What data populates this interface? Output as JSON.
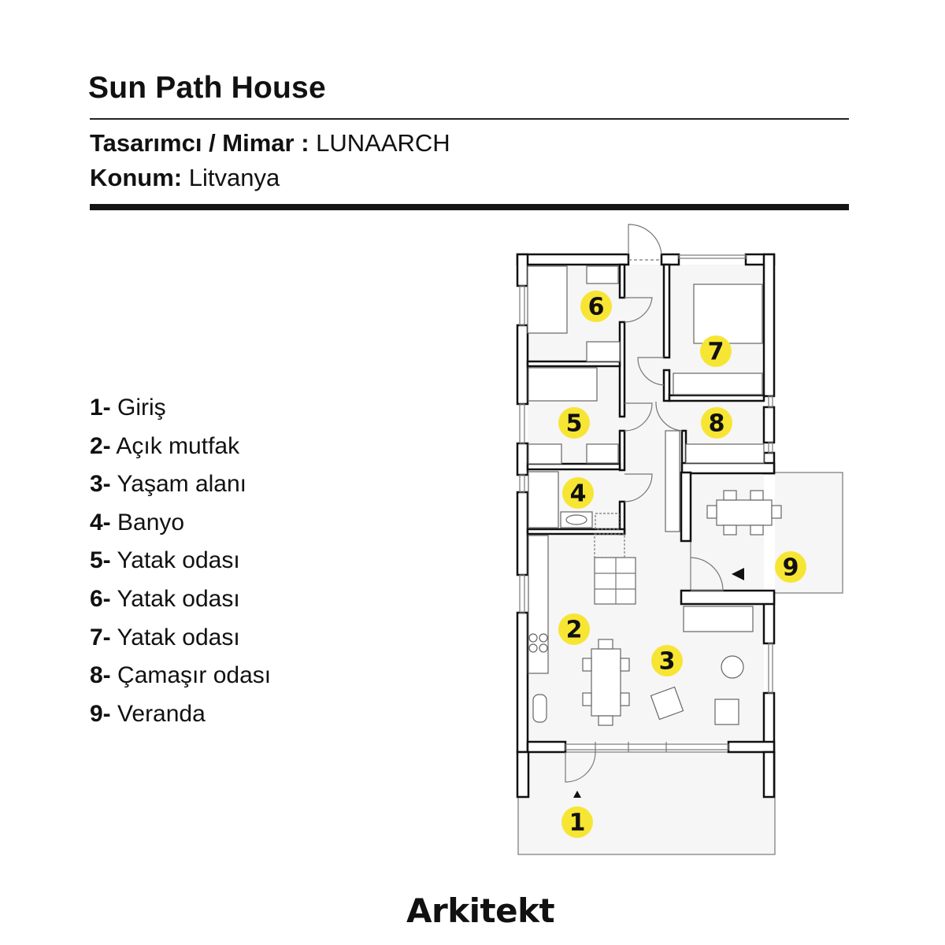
{
  "header": {
    "title": "Sun Path House",
    "designer_label": "Tasarımcı / Mimar :",
    "designer_value": "LUNAARCH",
    "location_label": "Konum:",
    "location_value": "Litvanya"
  },
  "legend": {
    "items": [
      {
        "num": "1-",
        "label": "Giriş",
        "marker": "1"
      },
      {
        "num": "2-",
        "label": "Açık mutfak",
        "marker": "2"
      },
      {
        "num": "3-",
        "label": "Yaşam alanı",
        "marker": "3"
      },
      {
        "num": "4-",
        "label": "Banyo",
        "marker": "4"
      },
      {
        "num": "5-",
        "label": "Yatak odası",
        "marker": "5"
      },
      {
        "num": "6-",
        "label": "Yatak odası",
        "marker": "6"
      },
      {
        "num": "7-",
        "label": "Yatak odası",
        "marker": "7"
      },
      {
        "num": "8-",
        "label": "Çamaşır odası",
        "marker": "8"
      },
      {
        "num": "9-",
        "label": "Veranda",
        "marker": "9"
      }
    ]
  },
  "colors": {
    "marker": "#f7e534",
    "ink": "#111111"
  },
  "footer": {
    "logo": "Arkitekt"
  }
}
